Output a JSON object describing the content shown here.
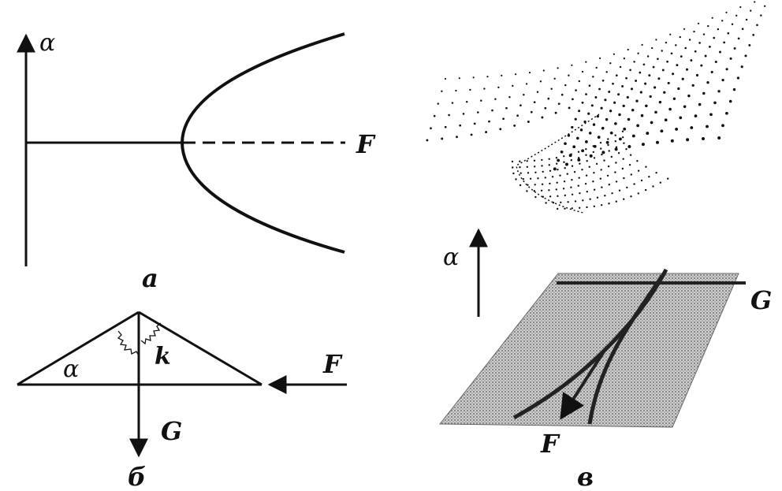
{
  "panel_a": {
    "axis_label": "α",
    "parameter_label": "F",
    "caption": "а"
  },
  "panel_b": {
    "angle_label": "α",
    "spring_label": "k",
    "force_label": "F",
    "weight_label": "G",
    "caption": "б"
  },
  "panel_v": {
    "axis_label": "α",
    "weight_label": "G",
    "force_label": "F",
    "caption": "в"
  },
  "colors": {
    "ink": "#111111",
    "paper": "#ffffff",
    "shade": "#8a8a8a"
  }
}
